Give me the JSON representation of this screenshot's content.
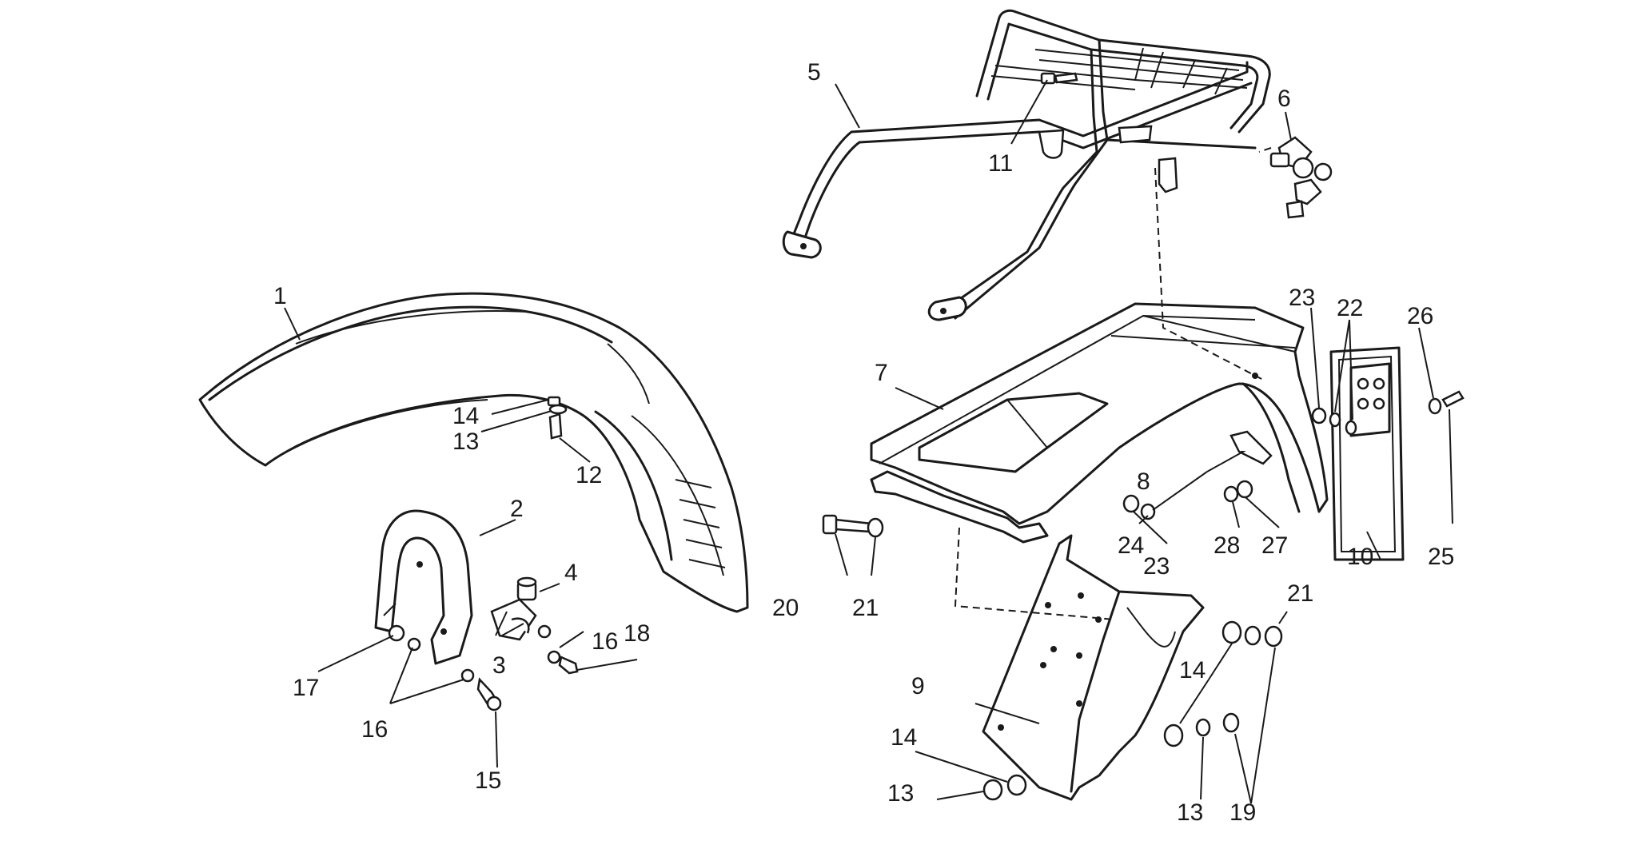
{
  "callouts": {
    "c1": "1",
    "c2": "2",
    "c3": "3",
    "c4": "4",
    "c5": "5",
    "c6": "6",
    "c7": "7",
    "c8": "8",
    "c9": "9",
    "c10": "10",
    "c11": "11",
    "c12": "12",
    "c13a": "13",
    "c13b": "13",
    "c13c": "13",
    "c14a": "14",
    "c14b": "14",
    "c14c": "14",
    "c15": "15",
    "c16a": "16",
    "c16b": "16",
    "c17": "17",
    "c18": "18",
    "c19": "19",
    "c20": "20",
    "c21a": "21",
    "c21b": "21",
    "c22": "22",
    "c23a": "23",
    "c23b": "23",
    "c24": "24",
    "c25": "25",
    "c26": "26",
    "c27": "27",
    "c28": "28"
  }
}
